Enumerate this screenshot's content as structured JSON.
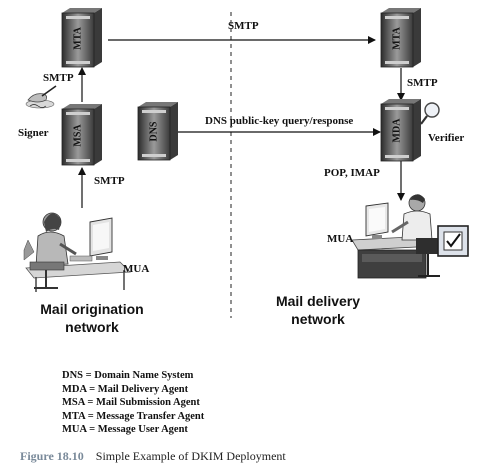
{
  "diagram": {
    "nodes": {
      "mta_left": "MTA",
      "msa": "MSA",
      "dns": "DNS",
      "mta_right": "MTA",
      "mda": "MDA"
    },
    "edge_labels": {
      "mta_to_mta": "SMTP",
      "msa_to_mta": "SMTP",
      "mua_to_msa": "SMTP",
      "mta_to_mda": "SMTP",
      "dns_query": "DNS public-key query/response",
      "mda_to_mua": "POP, IMAP"
    },
    "roles": {
      "signer": "Signer",
      "verifier": "Verifier",
      "mua_left": "MUA",
      "mua_right": "MUA"
    },
    "networks": {
      "origination_line1": "Mail origination",
      "origination_line2": "network",
      "delivery_line1": "Mail delivery",
      "delivery_line2": "network"
    }
  },
  "legend": [
    "DNS = Domain Name System",
    "MDA = Mail Delivery Agent",
    "MSA = Mail Submission Agent",
    "MTA = Message Transfer Agent",
    "MUA = Message User Agent"
  ],
  "caption": {
    "figure": "Figure 18.10",
    "title": "Simple Example of DKIM Deployment"
  }
}
